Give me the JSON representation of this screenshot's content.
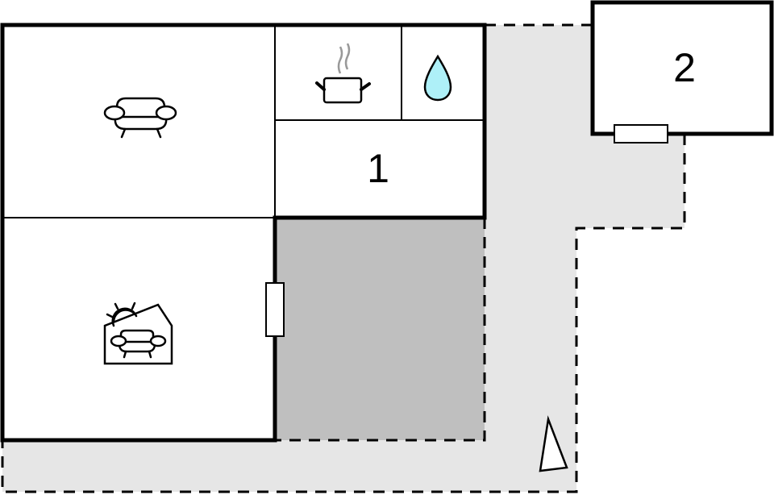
{
  "diagram": {
    "type": "floor-plan",
    "colors": {
      "outdoor_area": "#e6e6e6",
      "covered_terrace": "#bfbfbf",
      "room_fill": "#ffffff",
      "wall": "#000000",
      "water_drop": "#aef0f8",
      "steam": "#999999"
    },
    "rooms": [
      {
        "id": "living-room",
        "icon": "sofa-icon"
      },
      {
        "id": "kitchen",
        "icon": "cooking-pot-icon"
      },
      {
        "id": "bathroom",
        "icon": "water-drop-icon"
      },
      {
        "id": "bedroom-1",
        "label": "1"
      },
      {
        "id": "sunroom",
        "icon": "sunroom-sofa-icon"
      },
      {
        "id": "bedroom-2",
        "label": "2"
      }
    ],
    "labels": {
      "room1": "1",
      "room2": "2"
    },
    "compass": {
      "icon": "north-arrow-icon"
    }
  }
}
